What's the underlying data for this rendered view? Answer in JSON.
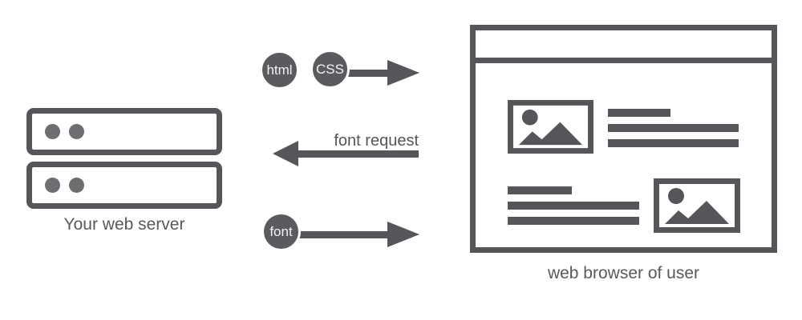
{
  "colors": {
    "background": "#ffffff",
    "shape": "#54565a",
    "badge_fill": "#595b5e",
    "badge_ring": "#ffffff",
    "badge_text": "#f2f2f2",
    "label_text": "#58595b",
    "led": "#6d6e71"
  },
  "server": {
    "icon": "server-rack-icon",
    "label": "Your web server"
  },
  "browser": {
    "icon": "browser-window-icon",
    "label": "web browser of user"
  },
  "flows": {
    "html_css": {
      "badges": [
        "html",
        "CSS"
      ],
      "direction": "right",
      "arrow_icon": "arrow-right-icon"
    },
    "font_request": {
      "label": "font request",
      "direction": "left",
      "arrow_icon": "arrow-left-icon"
    },
    "font": {
      "badges": [
        "font"
      ],
      "direction": "right",
      "arrow_icon": "arrow-right-icon"
    }
  }
}
